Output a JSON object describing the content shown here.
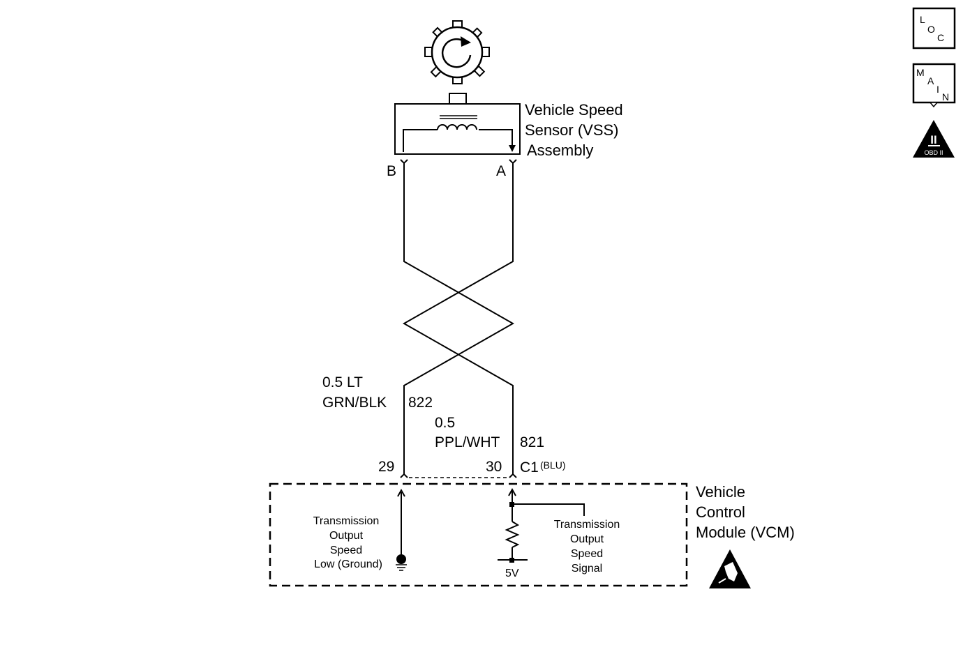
{
  "sensor": {
    "title_lines": [
      "Vehicle Speed",
      "Sensor (VSS)",
      "Assembly"
    ],
    "pin_b": "B",
    "pin_a": "A"
  },
  "wires": {
    "left_gauge": "0.5 LT",
    "left_color": "GRN/BLK",
    "left_circuit": "822",
    "right_gauge": "0.5",
    "right_color": "PPL/WHT",
    "right_circuit": "821"
  },
  "connector": {
    "pin_left": "29",
    "pin_right": "30",
    "name": "C1",
    "color_note": "(BLU)"
  },
  "module": {
    "title_lines": [
      "Vehicle",
      "Control",
      "Module (VCM)"
    ],
    "left_circuit_lines": [
      "Transmission",
      "Output",
      "Speed",
      "Low (Ground)"
    ],
    "right_circuit_lines": [
      "Transmission",
      "Output",
      "Speed",
      "Signal"
    ],
    "voltage": "5V"
  },
  "side_icons": {
    "loc_letters": [
      "L",
      "O",
      "C"
    ],
    "main_letters": [
      "M",
      "A",
      "I",
      "N"
    ],
    "obd_numeral": "II",
    "obd_label": "OBD II"
  },
  "colors": {
    "ink": "#000000",
    "paper": "#ffffff"
  }
}
